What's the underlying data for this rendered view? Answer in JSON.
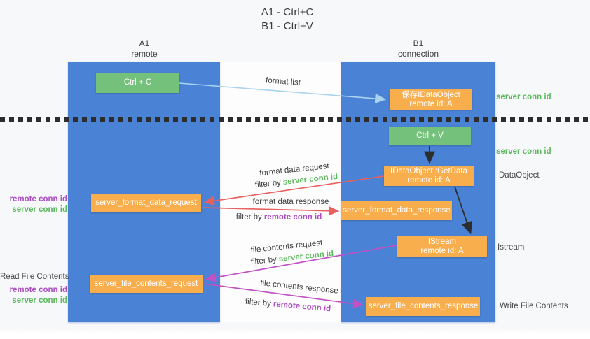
{
  "title": {
    "line1": "A1 - Ctrl+C",
    "line2": "B1 - Ctrl+V"
  },
  "lifelines": {
    "left": {
      "name": "A1",
      "role": "remote"
    },
    "right": {
      "name": "B1",
      "role": "connection"
    }
  },
  "nodes": {
    "ctrl_c": {
      "label": "Ctrl + C"
    },
    "ctrl_v": {
      "label": "Ctrl + V"
    },
    "save_idataobject": {
      "line1": "保存IDataObject",
      "line2": "remote id: A"
    },
    "idataobject_getdata": {
      "line1": "IDataObject::GetData",
      "line2": "remote id: A"
    },
    "istream": {
      "line1": "IStream",
      "line2": "remote id: A"
    },
    "server_format_data_request": {
      "label": "server_format_data_request"
    },
    "server_format_data_response": {
      "label": "server_format_data_response"
    },
    "server_file_contents_request": {
      "label": "server_file_contents_request"
    },
    "server_file_contents_response": {
      "label": "server_file_contents_response"
    }
  },
  "left_annotations": {
    "remote_conn_id_1": "remote conn id",
    "server_conn_id_1": "server conn id",
    "read_file_contents": "Read File Contents",
    "remote_conn_id_2": "remote conn id",
    "server_conn_id_2": "server conn id"
  },
  "right_annotations": {
    "server_conn_id_1": "server conn id",
    "server_conn_id_2": "server conn id",
    "dataobject": "DataObject",
    "istream": "Istream",
    "write_file_contents": "Write File Contents"
  },
  "flow_labels": {
    "format_list": "format list",
    "format_data_request": "format data request",
    "format_data_response": "format data response",
    "file_contents_request": "file contents request",
    "file_contents_response": "file contents response",
    "filter_by": "filter by",
    "server_conn_id": "server conn id",
    "remote_conn_id": "remote conn id"
  },
  "colors": {
    "column_blue": "#4a82d6",
    "box_green": "#74c17c",
    "box_orange": "#f9ae4d",
    "text_green": "#5cb85c",
    "text_purple": "#ad4bc4",
    "arrow_red": "#e8605f",
    "arrow_magenta": "#bf52c4",
    "arrow_lightblue": "#a9d3ef",
    "arrow_black": "#2d2d2d",
    "divider_black": "#2d2d2d"
  }
}
